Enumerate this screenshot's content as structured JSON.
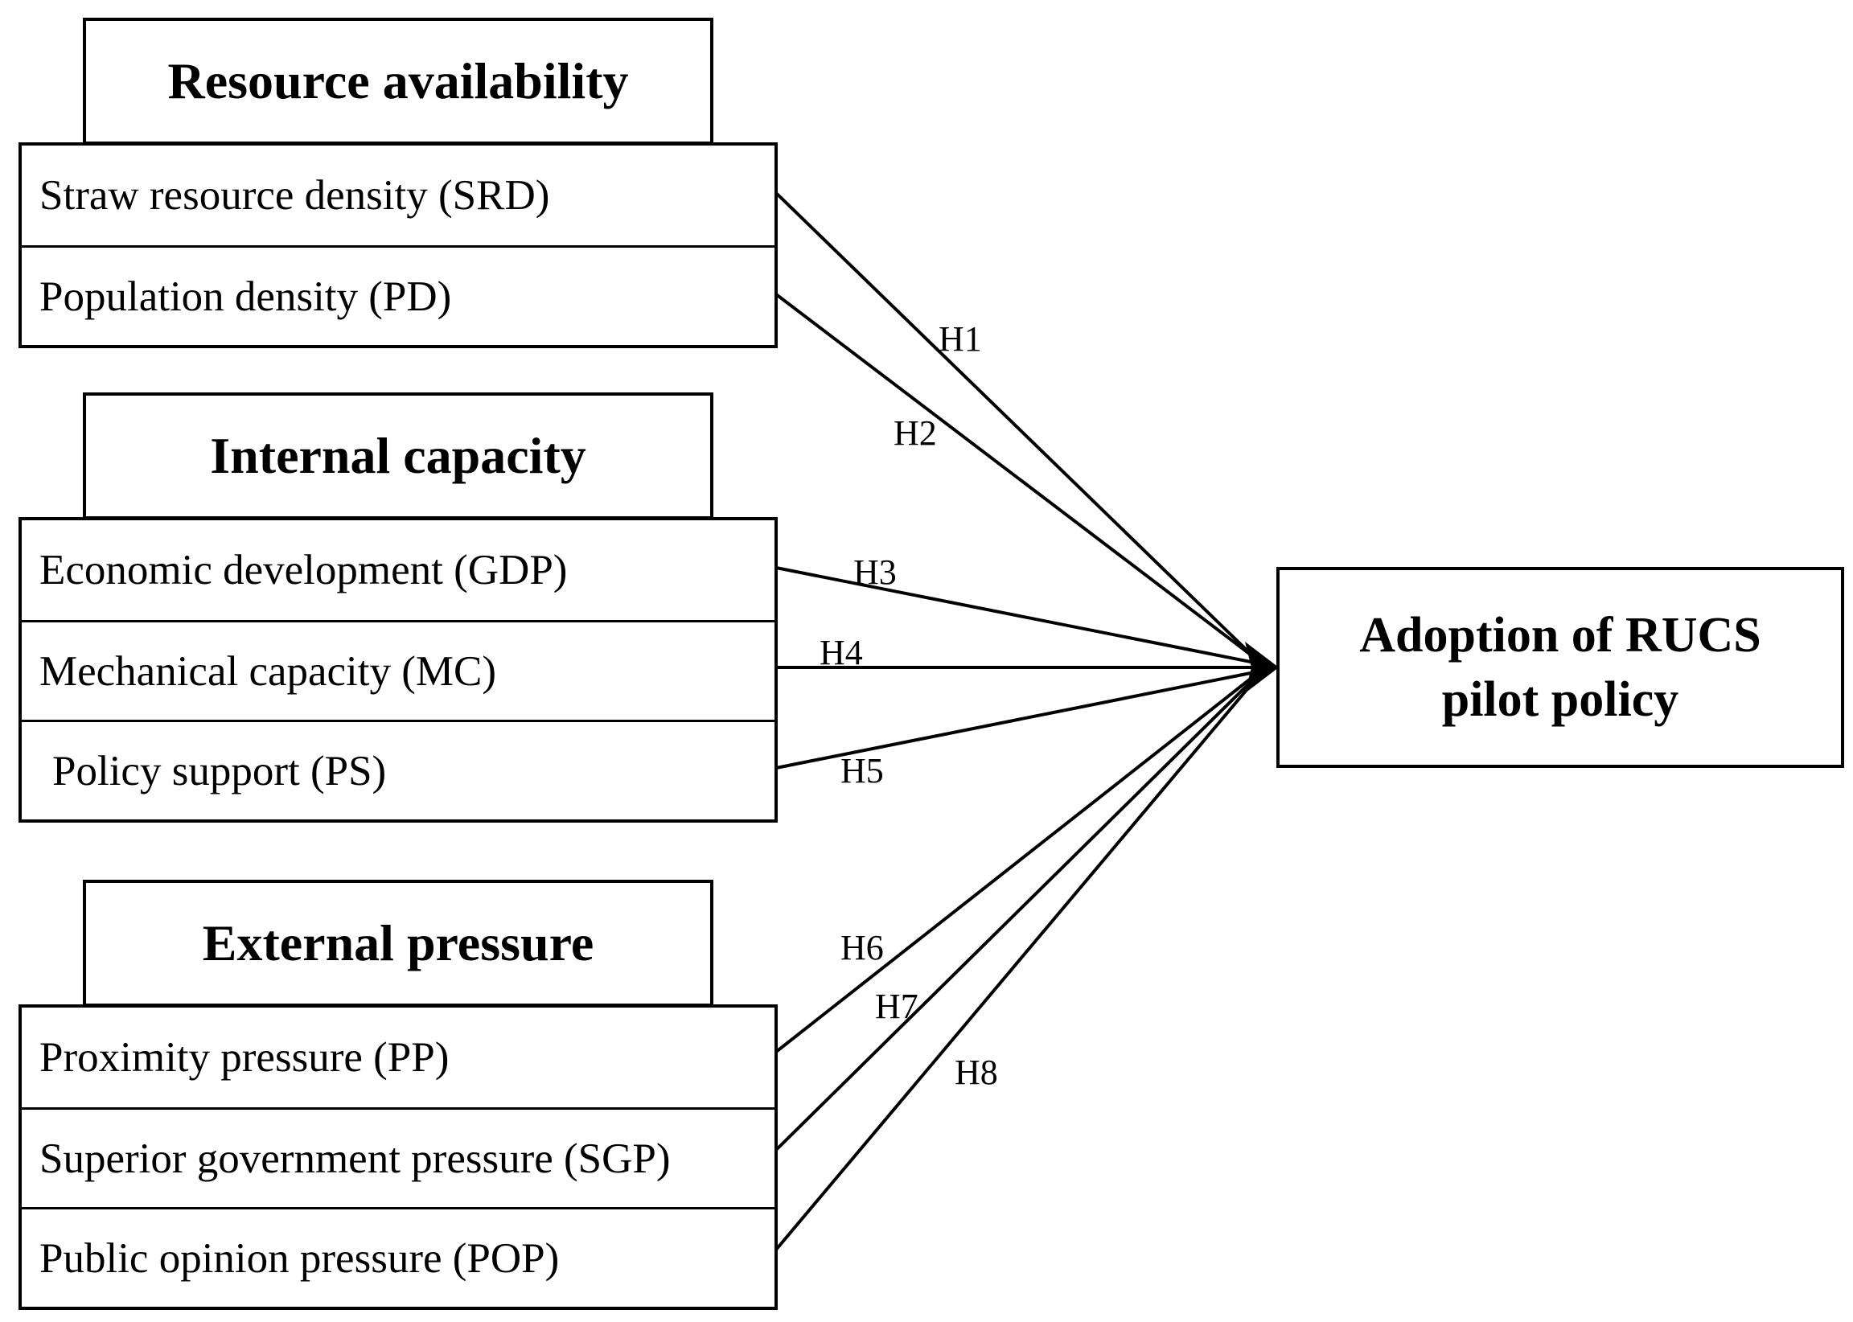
{
  "groups": [
    {
      "title": "Resource availability",
      "factors": [
        "Straw resource density (SRD)",
        "Population density (PD)"
      ]
    },
    {
      "title": "Internal capacity",
      "factors": [
        "Economic development (GDP)",
        "Mechanical capacity (MC)",
        "Policy support (PS)"
      ]
    },
    {
      "title": "External pressure",
      "factors": [
        "Proximity pressure (PP)",
        "Superior government pressure (SGP)",
        "Public opinion pressure (POP)"
      ]
    }
  ],
  "outcome": {
    "line1": "Adoption of RUCS",
    "line2": "pilot policy"
  },
  "hypotheses": [
    "H1",
    "H2",
    "H3",
    "H4",
    "H5",
    "H6",
    "H7",
    "H8"
  ]
}
